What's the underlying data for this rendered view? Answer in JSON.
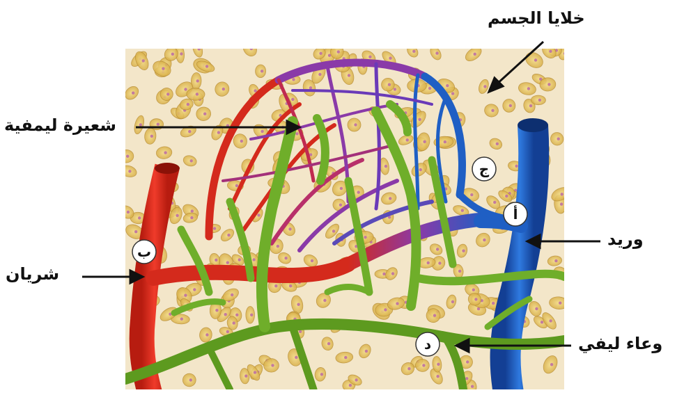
{
  "labels": {
    "body_cells": "خلايا الجسم",
    "lymph_capillary": "شعيرة ليمفية",
    "vein": "وريد",
    "artery": "شريان",
    "lymph_vessel": "وعاء ليفي"
  },
  "markers": {
    "a": "أ",
    "b": "ب",
    "j": "ج",
    "d": "د"
  },
  "colors": {
    "artery": "#d42a1c",
    "vein": "#1f5fc4",
    "capillary_mix": "#8a3aa8",
    "lymph": "#6fae2a",
    "cells": "#e9c96a",
    "background": "#f3e6c9"
  }
}
